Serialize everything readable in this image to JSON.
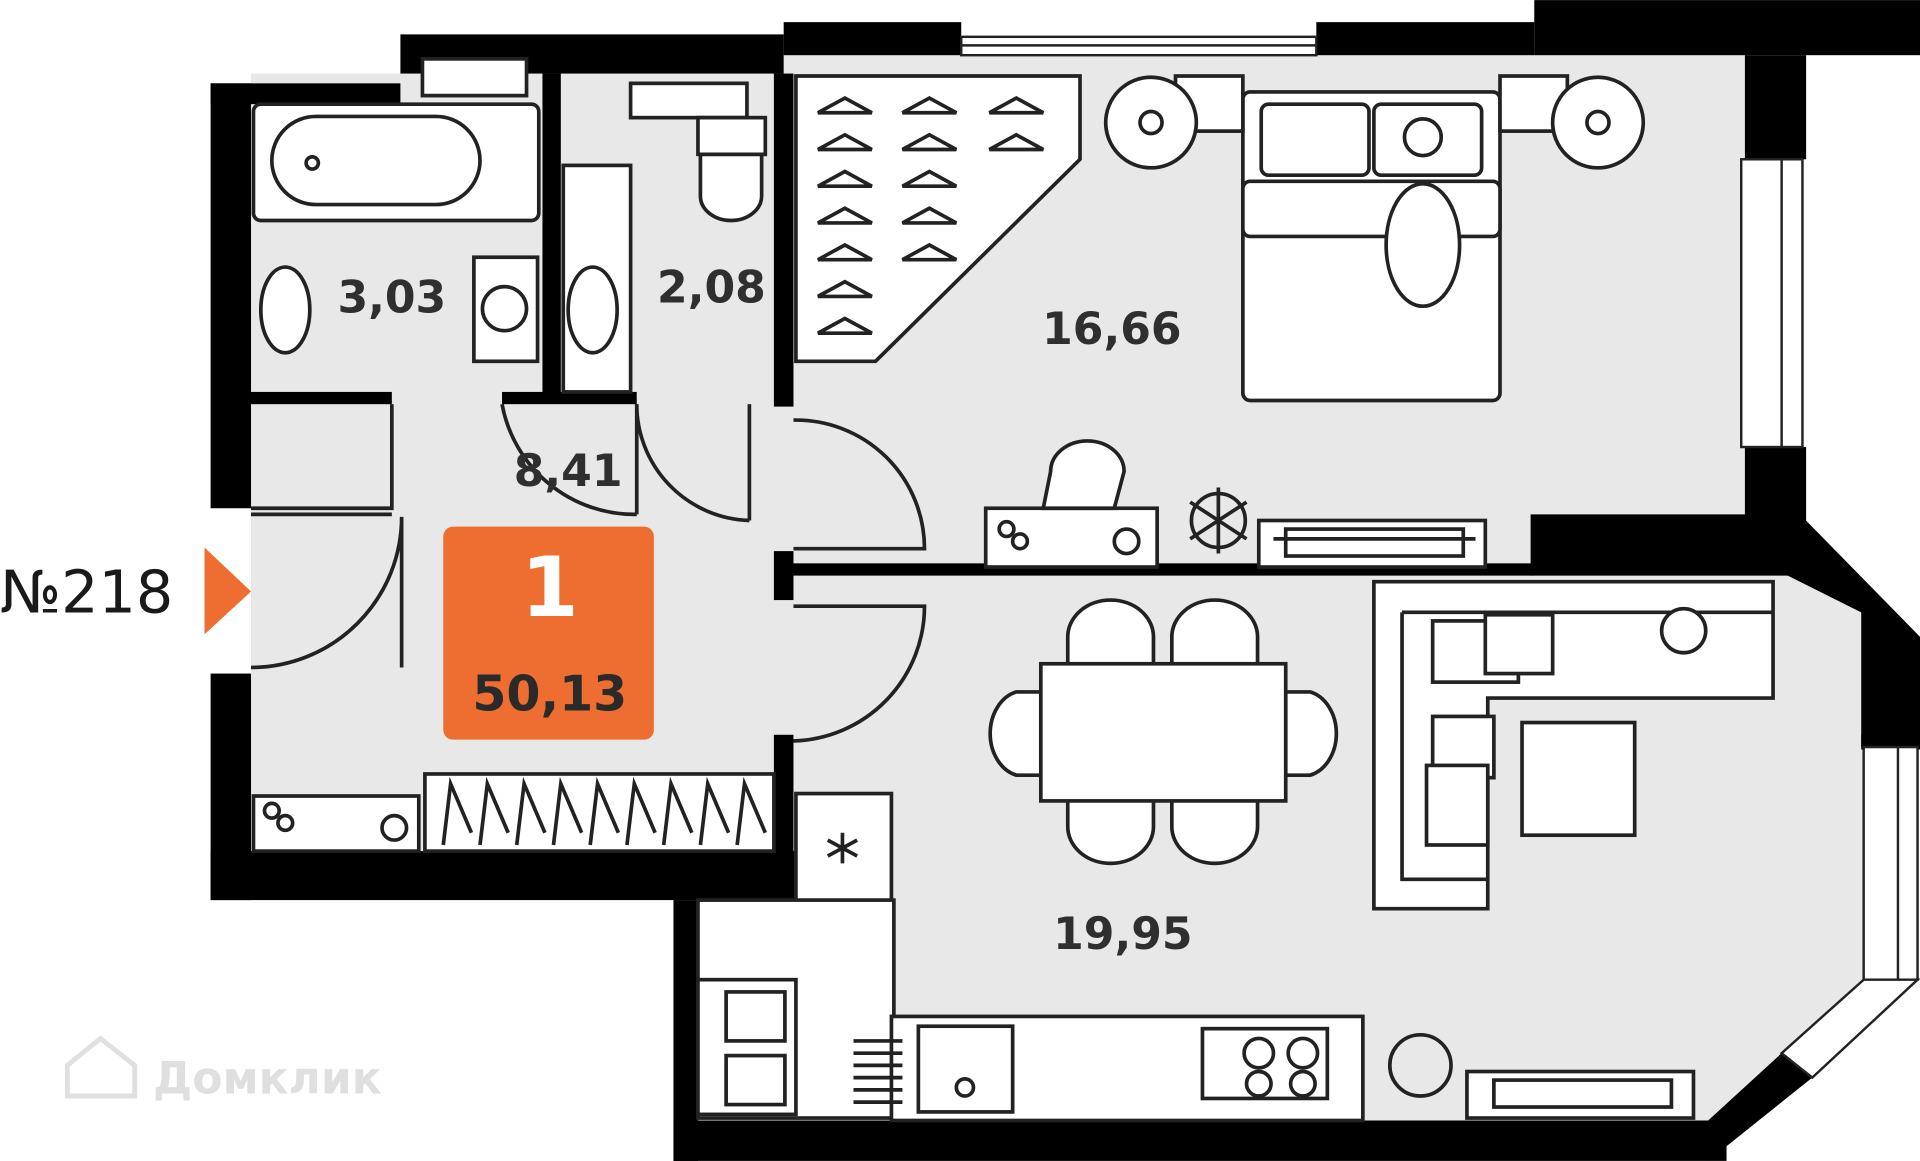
{
  "apartment": {
    "number_label": "№218",
    "rooms_count": "1",
    "total_area": "50,13"
  },
  "rooms": [
    {
      "name": "bathroom",
      "area": "3,03"
    },
    {
      "name": "wc",
      "area": "2,08"
    },
    {
      "name": "bedroom",
      "area": "16,66"
    },
    {
      "name": "hallway",
      "area": "8,41"
    },
    {
      "name": "living-kitchen",
      "area": "19,95"
    }
  ],
  "watermark": "Домклик",
  "colors": {
    "accent": "#EE6D30",
    "floor": "#E8E8E8",
    "walls": "#000000",
    "label": "#2F2F2F"
  }
}
